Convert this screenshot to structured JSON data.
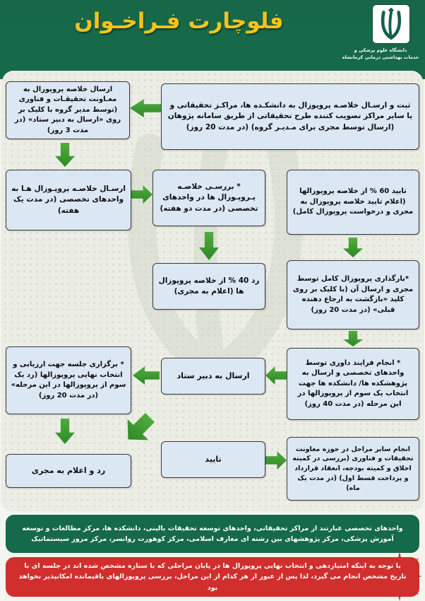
{
  "header": {
    "title": "فلوچارت فـراخـوان",
    "university_line1": "دانشگاه علوم پزشکی و",
    "university_line2": "خدمات بهداشتی درمانی کرمانشاه"
  },
  "flow": {
    "register": "ثبت و ارسـال خلاصـه پروپوزال به دانشکـده ها، مراکـز تحقیقاتی و یا سایر مراکز تصویب کننده طرح تحقیقاتی از طریق سامانه پژوهان (ارسال توسط مجری برای مـدیـر گروه) (در مدت 20 روز)",
    "send_to_deputy": "ارسال خلاصه پروپوزال به معـاونت تحقیقـات و فناوری (توسط مدیر گروه با کلیک بر روی «ارسال به دبیر ستاد» (در مدت 3 روز)",
    "send_to_units": "ارسـال خلاصـه پروپـوزال هـا به واحدهای تخصصی (در مدت یک هفته)",
    "review_units": "* بررسـی خلاصـه پـروپـوزال ها در واحدهای تخصصی (در مدت دو هفته)",
    "approve_60": "تایید 60 % از خلاصه پروپوزالها (اعلام تایید خلاصه پروپوزال به مجری و درخواست پروپوزال کامل)",
    "reject_40": "رد 40 % از خلاصه پروپوزال ها (اعلام به مجری)",
    "upload_full": "*بارگذاری پروپوزال کامل توسط مجری و ارسال آن (با کلیک بر روی کلید «بازگشت به ارجاع دهنده قبلی» (در مدت 20 روز)",
    "judging": "* انجام فرایند داوری توسط واحدهای تخصصی و ارسال به پژوهشکده ها/ دانشکده ها جهت انتخاب یک سوم از پروپوزالها در این مرحله (در مدت 40 روز)",
    "to_secretary": "ارسال به دبیر ستاد",
    "final_session": "* برگزاری جلسه جهت ارزیابی و انتخاب نهایی پروپوزالها (رد یک سوم از پروپوزالها در این مرحله» (در مدت 20 روز)",
    "reject_final": "رد و اعلام به مجری",
    "approve_final": "تایید",
    "other_steps": "انجام سایر مراحل در حوزه معاونت تحقیقات و فناوری (بررسی در کمیته اخلاق و کمیته بودجه، انعقاد قرارداد و پرداخت قسط اول) (در مدت یک ماه)"
  },
  "footnotes": {
    "specialized_units": "واحدهای تخصصی عبارتند از مراکز تحقیقاتی، واحدهای توسعه تحقیقات بالینی، دانشکده ها، مرکز مطالعات و توسعه آموزش پزشکی، مرکز پژوهشهای بین رشته ای معارف اسلامی، مرکز کوهورت روانسر، مرکز مرور سیستماتیک",
    "star_note": "با توجه به اینکه امتیازدهی و انتخاب نهایی پروپوزال ها در پایان مراحلی که با ستاره مشخص شده اند در جلسه ای با تاریخ مشخص انجام می گیرد، لذا پس از عبور از هر کدام از این مراحل، بررسی پروپوزالهای باقیمانده امکانپذیر نخواهد بود"
  },
  "colors": {
    "header_green": "#166a4a",
    "title_yellow": "#f2c41d",
    "arrow_green": "#3f9b33",
    "box_fill": "#dbe7f3",
    "banner_green": "#156a4b",
    "banner_red": "#d12e2e"
  }
}
